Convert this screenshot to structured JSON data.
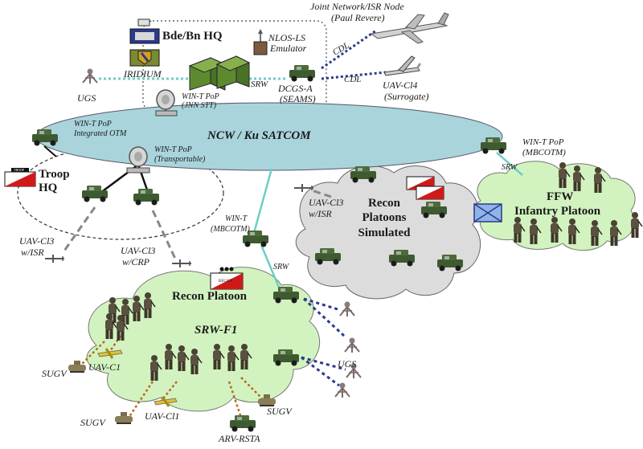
{
  "colors": {
    "satcom": "#a9d4dc",
    "platoon_cloud": "#d2f3c0",
    "sim_cloud": "#dcdcdc",
    "dotted_blue": "#2a3a8c",
    "dotted_teal": "#6ccfc4",
    "dashed_orange": "#b86a1e",
    "vehicle_green": "#3e5a30",
    "unit_symbol_red": "#d01a1a"
  },
  "labels": {
    "joint_node": "Joint Network/ISR Node",
    "joint_node_sub": "(Paul Revere)",
    "bde_bn_hq": "Bde/Bn HQ",
    "nlos_ls": "NLOS-LS",
    "nlos_ls_sub": "Emulator",
    "iridium": "IRIDIUM",
    "ugs_top": "UGS",
    "cdl_1": "CDL",
    "cdl_2": "CDL",
    "srw_top": "SRW",
    "dcgs": "DCGS-A",
    "dcgs_sub": "(SEAMS)",
    "uav_cl4": "UAV-Cl4",
    "uav_cl4_sub": "(Surrogate)",
    "wint_jnn": "WIN-T PoP",
    "wint_jnn_sub": "(JNN STT)",
    "satcom": "NCW / Ku SATCOM",
    "wint_otm": "WIN-T PoP",
    "wint_otm_sub": "Integrated OTM",
    "wint_transportable": "WIN-T PoP",
    "wint_transportable_sub": "(Transportable)",
    "wint_mbcotm_right": "WIN-T PoP",
    "wint_mbcotm_right_sub": "(MBCOTM)",
    "srw_right": "SRW",
    "troop": "Troop",
    "troop_hq": "HQ",
    "uav_cl3_sim": "UAV-Cl3",
    "uav_cl3_sim_sub": "w/ISR",
    "recon_sim_1": "Recon",
    "recon_sim_2": "Platoons",
    "recon_sim_3": "Simulated",
    "ffw_1": "FFW",
    "ffw_2": "Infantry Platoon",
    "wint_mid": "WIN-T",
    "wint_mid_sub": "(MBCOTM)",
    "uav_cl3_isr": "UAV-Cl3",
    "uav_cl3_isr_sub": "w/ISR",
    "uav_cl3_crp": "UAV-Cl3",
    "uav_cl3_crp_sub": "w/CRP",
    "srw_mid": "SRW",
    "recon_platoon": "Recon Platoon",
    "srw_f1": "SRW-F1",
    "sugv_1": "SUGV",
    "uav_c1": "UAV-C1",
    "ugs_bottom": "UGS",
    "sugv_2": "SUGV",
    "uav_cl1": "UAV-Cl1",
    "sugv_3": "SUGV",
    "arv_rsta": "ARV-RSTA",
    "troop_symbol_text": "TROOP",
    "recon_symbol_text": "RECON"
  }
}
